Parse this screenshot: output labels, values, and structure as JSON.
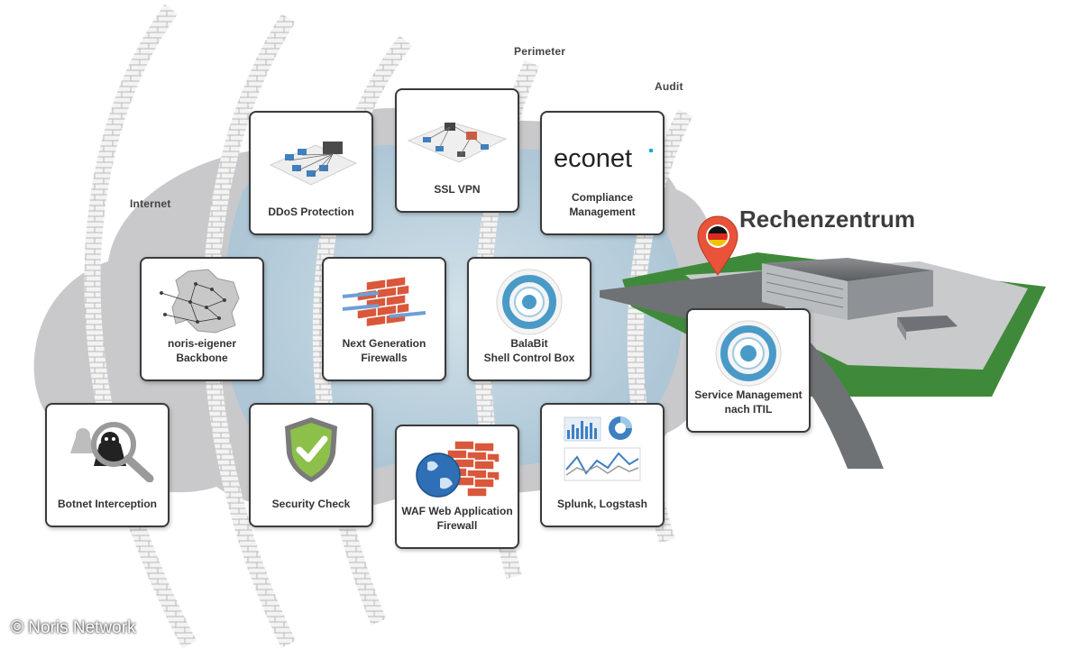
{
  "zones": {
    "internet": "Internet",
    "perimeter": "Perimeter",
    "audit": "Audit"
  },
  "datacenter": {
    "title": "Rechenzentrum",
    "pin_flag": "Germany"
  },
  "tiles": {
    "ddos": {
      "label": "DDoS Protection"
    },
    "ssl_vpn": {
      "label": "SSL VPN"
    },
    "compliance": {
      "label": "Compliance\nManagement",
      "logo_text": "econet"
    },
    "backbone": {
      "label": "noris-eigener\nBackbone"
    },
    "ngfw": {
      "label": "Next Generation\nFirewalls"
    },
    "balabit": {
      "label": "BalaBit\nShell Control Box"
    },
    "itil": {
      "label": "Service Management\nnach ITIL"
    },
    "botnet": {
      "label": "Botnet Interception"
    },
    "security_check": {
      "label": "Security Check"
    },
    "waf": {
      "label": "WAF Web Application\nFirewall"
    },
    "splunk": {
      "label": "Splunk, Logstash"
    }
  },
  "copyright": "© Noris Network",
  "colors": {
    "cloud": "#c9c9cb",
    "glow": "#c6dbe6",
    "brick": "#d9583b",
    "grass": "#3f8a3a",
    "pin": "#e8533a",
    "shield": "#7fb241"
  }
}
